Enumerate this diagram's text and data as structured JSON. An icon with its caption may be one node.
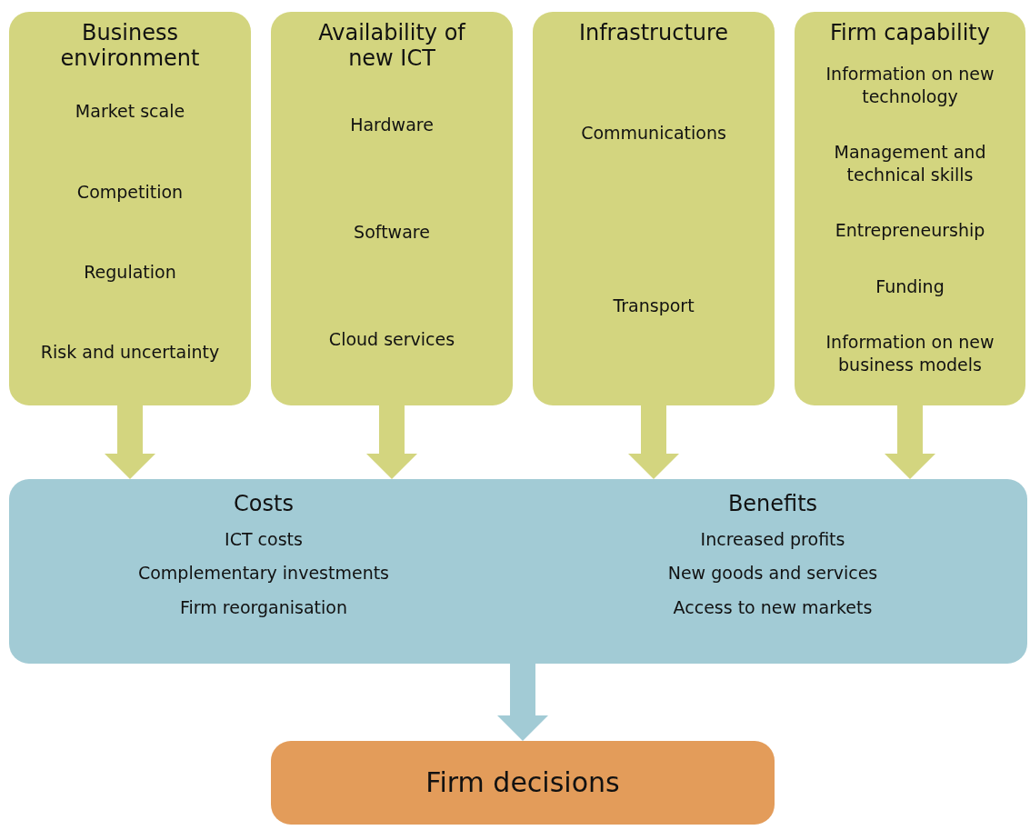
{
  "diagram": {
    "nodes": [
      {
        "text": [
          "Business environment",
          "Market scale",
          "Competition",
          "Regulation",
          "Risk and uncertainty"
        ]
      },
      {
        "text": [
          "Availability of new ICT",
          "Hardware",
          "Software",
          "Cloud services"
        ]
      },
      {
        "text": [
          "Infrastructure",
          "Communications",
          "Transport"
        ]
      },
      {
        "text": [
          "Firm capability",
          "Information on new technology",
          "Management and technical skills",
          "Entrepreneurship",
          "Funding",
          "Information on new business models"
        ]
      },
      {
        "text": [
          "Costs",
          "ICT costs",
          "Complementary investments",
          "Firm reorganisation",
          "Benefits",
          "Increased profits",
          "New goods and services",
          "Access to new markets"
        ]
      },
      {
        "text": [
          "Firm decisions"
        ]
      }
    ],
    "edges": [
      {
        "from": 0,
        "to": 4,
        "arrow": "to"
      },
      {
        "from": 1,
        "to": 4,
        "arrow": "to"
      },
      {
        "from": 2,
        "to": 4,
        "arrow": "to"
      },
      {
        "from": 3,
        "to": 4,
        "arrow": "to"
      },
      {
        "from": 4,
        "to": 5,
        "arrow": "to",
        "color": "#a2cbd5"
      }
    ]
  }
}
